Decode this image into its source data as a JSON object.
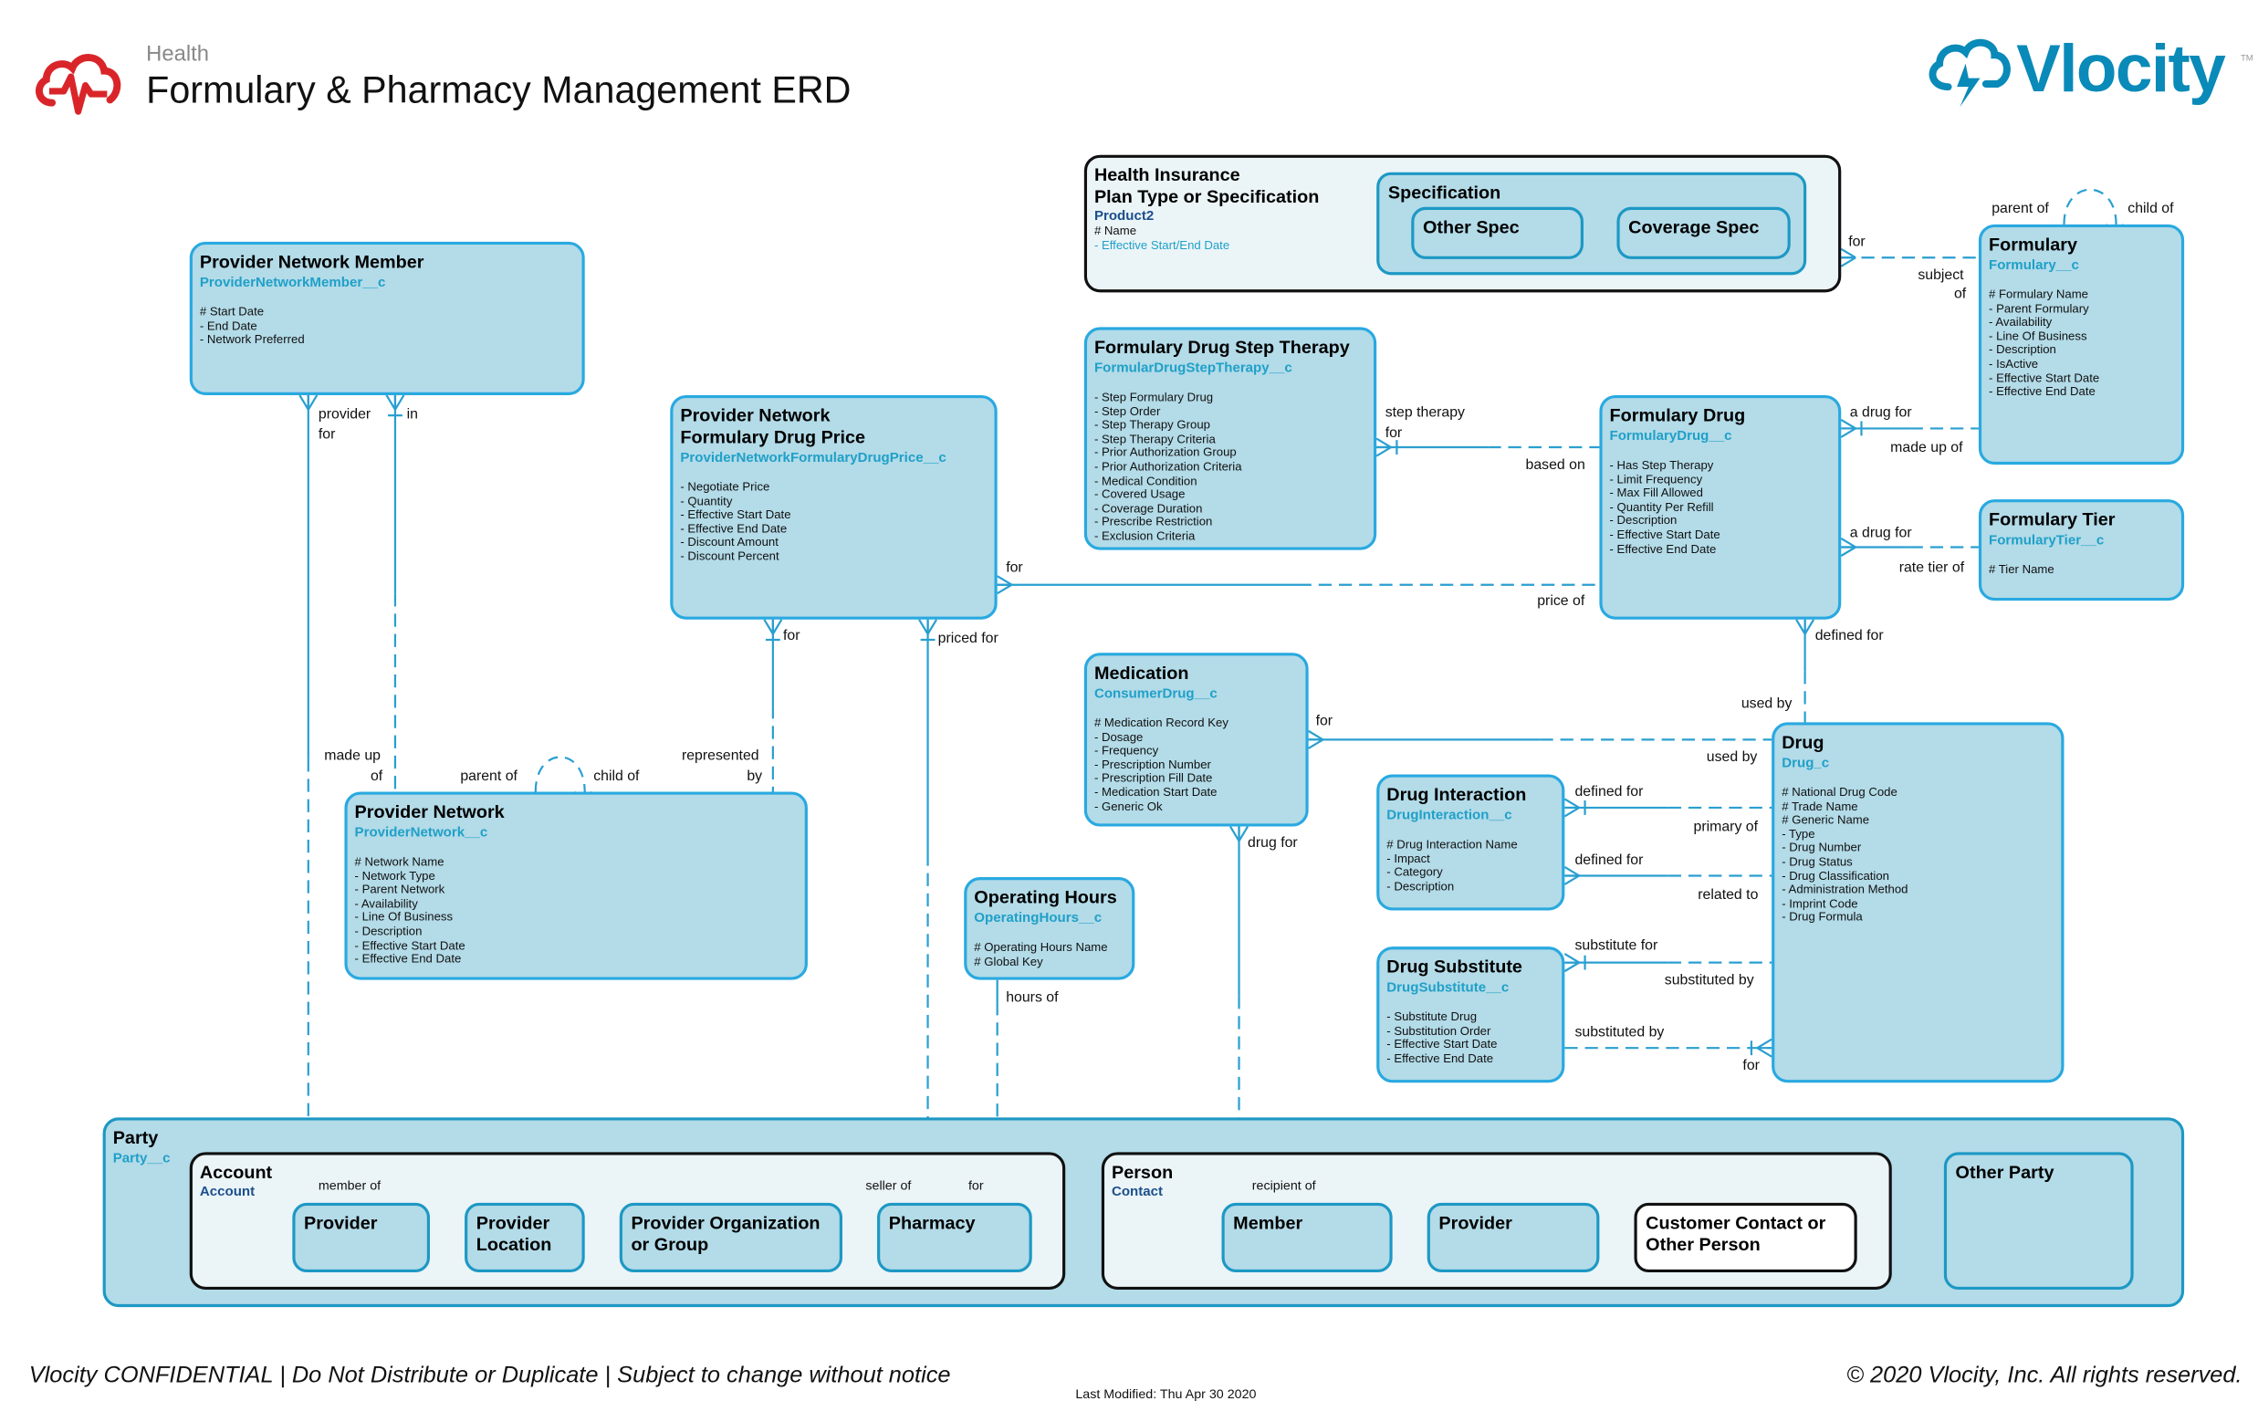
{
  "header": {
    "category": "Health",
    "title": "Formulary & Pharmacy Management ERD"
  },
  "brand": {
    "name": "Vlocity",
    "tm": "TM",
    "color": "#0a8ab8",
    "icon": "cloud-heartbeat-icon",
    "icon_color": "#d9252a"
  },
  "colors": {
    "entity_fill": "#b3dbe8",
    "entity_border": "#29a9e0",
    "api_name": "#1fa0c8",
    "line": "#2a9fd0"
  },
  "entities": {
    "pnm": {
      "title": "Provider Network Member",
      "api": "ProviderNetworkMember__c",
      "attrs": [
        "# Start Date",
        "- End Date",
        "- Network Preferred"
      ]
    },
    "pnfdp": {
      "title": "Provider Network Formulary Drug Price",
      "api": "ProviderNetworkFormularyDrugPrice__c",
      "attrs": [
        "- Negotiate Price",
        "- Quantity",
        "- Effective Start Date",
        "- Effective End Date",
        "- Discount Amount",
        "- Discount Percent"
      ]
    },
    "step": {
      "title": "Formulary Drug Step Therapy",
      "api": "FormularDrugStepTherapy__c",
      "attrs": [
        "- Step Formulary Drug",
        "- Step Order",
        "- Step Therapy Group",
        "- Step Therapy Criteria",
        "- Prior Authorization Group",
        "- Prior Authorization Criteria",
        "- Medical Condition",
        "- Covered Usage",
        "- Coverage Duration",
        "- Prescribe Restriction",
        "- Exclusion Criteria"
      ]
    },
    "formulary": {
      "title": "Formulary",
      "api": "Formulary__c",
      "attrs": [
        "# Formulary Name",
        "- Parent Formulary",
        "- Availability",
        "- Line Of Business",
        "- Description",
        "- IsActive",
        "- Effective Start Date",
        "- Effective End Date"
      ]
    },
    "fdrug": {
      "title": "Formulary Drug",
      "api": "FormularyDrug__c",
      "attrs": [
        "- Has Step Therapy",
        "- Limit Frequency",
        "- Max Fill Allowed",
        "- Quantity Per Refill",
        "- Description",
        "- Effective Start Date",
        "- Effective End Date"
      ]
    },
    "tier": {
      "title": "Formulary Tier",
      "api": "FormularyTier__c",
      "attrs": [
        "# Tier Name"
      ]
    },
    "medication": {
      "title": "Medication",
      "api": "ConsumerDrug__c",
      "attrs": [
        "# Medication Record Key",
        "- Dosage",
        "- Frequency",
        "- Prescription Number",
        "- Prescription Fill Date",
        "- Medication Start Date",
        "- Generic Ok"
      ]
    },
    "drug": {
      "title": "Drug",
      "api": "Drug_c",
      "attrs": [
        "# National Drug Code",
        "# Trade Name",
        "# Generic Name",
        "- Type",
        "- Drug Number",
        "- Drug Status",
        "- Drug Classification",
        "- Administration Method",
        "- Imprint Code",
        "- Drug Formula"
      ]
    },
    "interaction": {
      "title": "Drug Interaction",
      "api": "DrugInteraction__c",
      "attrs": [
        "# Drug Interaction Name",
        "- Impact",
        "- Category",
        "- Description"
      ]
    },
    "substitute": {
      "title": "Drug Substitute",
      "api": "DrugSubstitute__c",
      "attrs": [
        "- Substitute Drug",
        "- Substitution Order",
        "- Effective Start Date",
        "- Effective End Date"
      ]
    },
    "network": {
      "title": "Provider Network",
      "api": "ProviderNetwork__c",
      "attrs": [
        "# Network Name",
        "- Network Type",
        "- Parent Network",
        "- Availability",
        "- Line Of Business",
        "- Description",
        "- Effective Start Date",
        "- Effective End Date"
      ]
    },
    "hours": {
      "title": "Operating Hours",
      "api": "OperatingHours__c",
      "attrs": [
        "# Operating Hours Name",
        "# Global Key"
      ]
    }
  },
  "plan": {
    "title_1": "Health Insurance",
    "title_2": "Plan Type or Specification",
    "api": "Product2",
    "attr_1": "# Name",
    "attr_2": "- Effective Start/End Date",
    "specification": {
      "title": "Specification",
      "subtypes": [
        "Other Spec",
        "Coverage Spec"
      ]
    }
  },
  "party": {
    "title": "Party",
    "api": "Party__c",
    "account": {
      "title": "Account",
      "api": "Account",
      "subtypes": [
        "Provider",
        "Provider Location",
        "Provider Organization or Group",
        "Pharmacy"
      ]
    },
    "person": {
      "title": "Person",
      "api": "Contact",
      "subtypes": [
        "Member",
        "Provider",
        "Customer Contact or Other Person"
      ]
    },
    "other": "Other Party"
  },
  "relationship_labels": [
    "provider",
    "for",
    "in",
    "made up",
    "of",
    "parent of",
    "child of",
    "represented",
    "by",
    "for",
    "priced for",
    "for",
    "price of",
    "step therapy",
    "for",
    "based on",
    "for",
    "subject",
    "of",
    "parent of",
    "child of",
    "a drug for",
    "made up of",
    "a drug for",
    "rate tier of",
    "defined for",
    "used by",
    "for",
    "used by",
    "drug for",
    "defined for",
    "primary of",
    "defined for",
    "related to",
    "substitute for",
    "substituted by",
    "substituted by",
    "for",
    "hours of",
    "member of",
    "seller of",
    "for",
    "recipient of"
  ],
  "footer": {
    "confidential": "Vlocity CONFIDENTIAL | Do Not Distribute or Duplicate | Subject to change without notice",
    "copyright": "© 2020 Vlocity, Inc. All rights reserved.",
    "modified_label": "Last Modified:",
    "modified_value": "Thu Apr 30 2020"
  }
}
